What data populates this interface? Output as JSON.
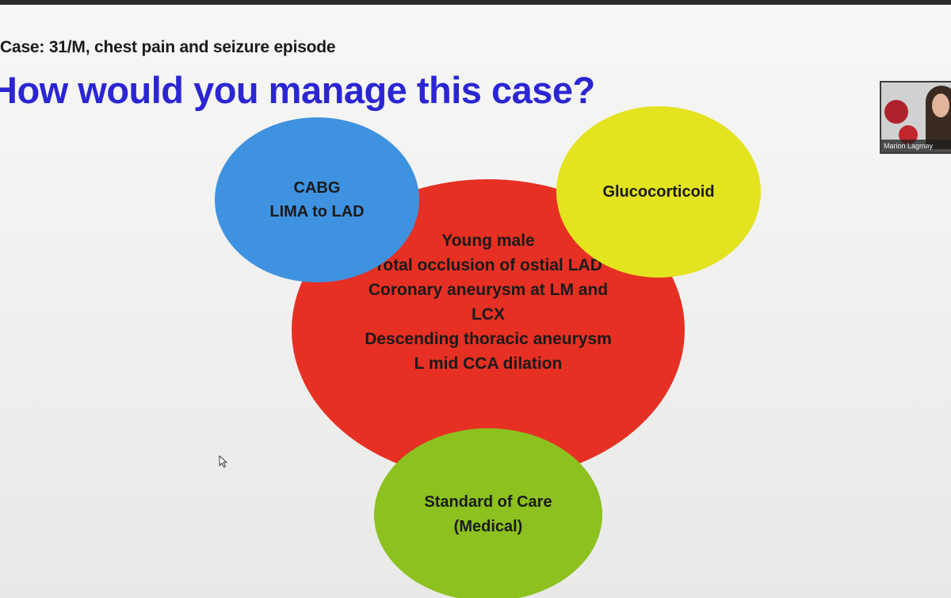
{
  "slide": {
    "case_line": "Case: 31/M, chest pain and seizure episode",
    "question": "How would you manage this case?",
    "center_circle": {
      "lines": [
        "Young male",
        "Total occlusion of ostial LAD",
        "Coronary aneurysm at LM and",
        "LCX",
        "Descending thoracic aneurysm",
        "L mid CCA dilation"
      ],
      "color": "#e63023"
    },
    "top_left_circle": {
      "lines": [
        "CABG",
        "LIMA to LAD"
      ],
      "color": "#3f92e0"
    },
    "top_right_circle": {
      "lines": [
        "Glucocorticoid"
      ],
      "color": "#e3e320"
    },
    "bottom_circle": {
      "lines": [
        "Standard of Care",
        "(Medical)"
      ],
      "color": "#8cc11f"
    },
    "title_color": "#2b26d2"
  },
  "participant": {
    "name": "Marion Lagmay"
  },
  "icons": {
    "cursor": "mouse-pointer-icon"
  }
}
